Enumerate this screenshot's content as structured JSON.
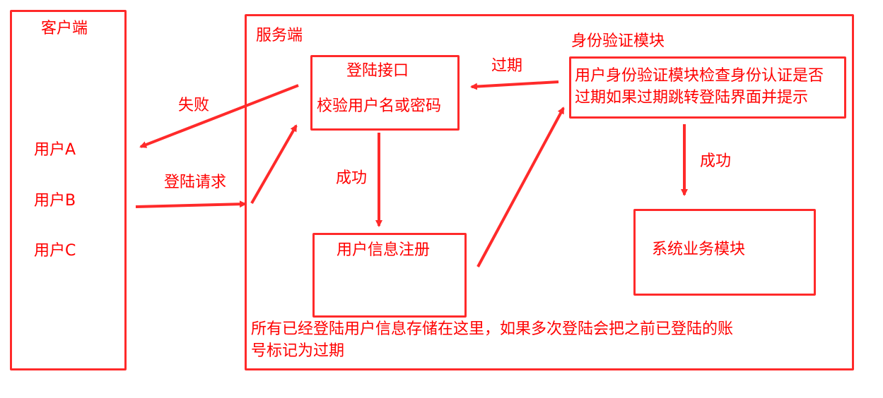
{
  "client": {
    "title": "客户端",
    "users": [
      "用户A",
      "用户B",
      "用户C"
    ]
  },
  "server": {
    "title": "服务端",
    "login": {
      "title": "登陆接口",
      "subtitle": "校验用户名或密码"
    },
    "registry": {
      "title": "用户信息注册"
    },
    "auth": {
      "title": "身份验证模块",
      "line1": "用户身份验证模块检查身份认证是否",
      "line2": "过期如果过期跳转登陆界面并提示"
    },
    "business": {
      "title": "系统业务模块"
    },
    "note": {
      "line1": "所有已经登陆用户信息存储在这里，如果多次登陆会把之前已登陆的账",
      "line2": "号标记为过期"
    }
  },
  "edges": {
    "fail": "失败",
    "login_request": "登陆请求",
    "expired": "过期",
    "success1": "成功",
    "success2": "成功"
  },
  "colors": {
    "stroke": "#ff2a2a",
    "text": "#ff0000"
  }
}
